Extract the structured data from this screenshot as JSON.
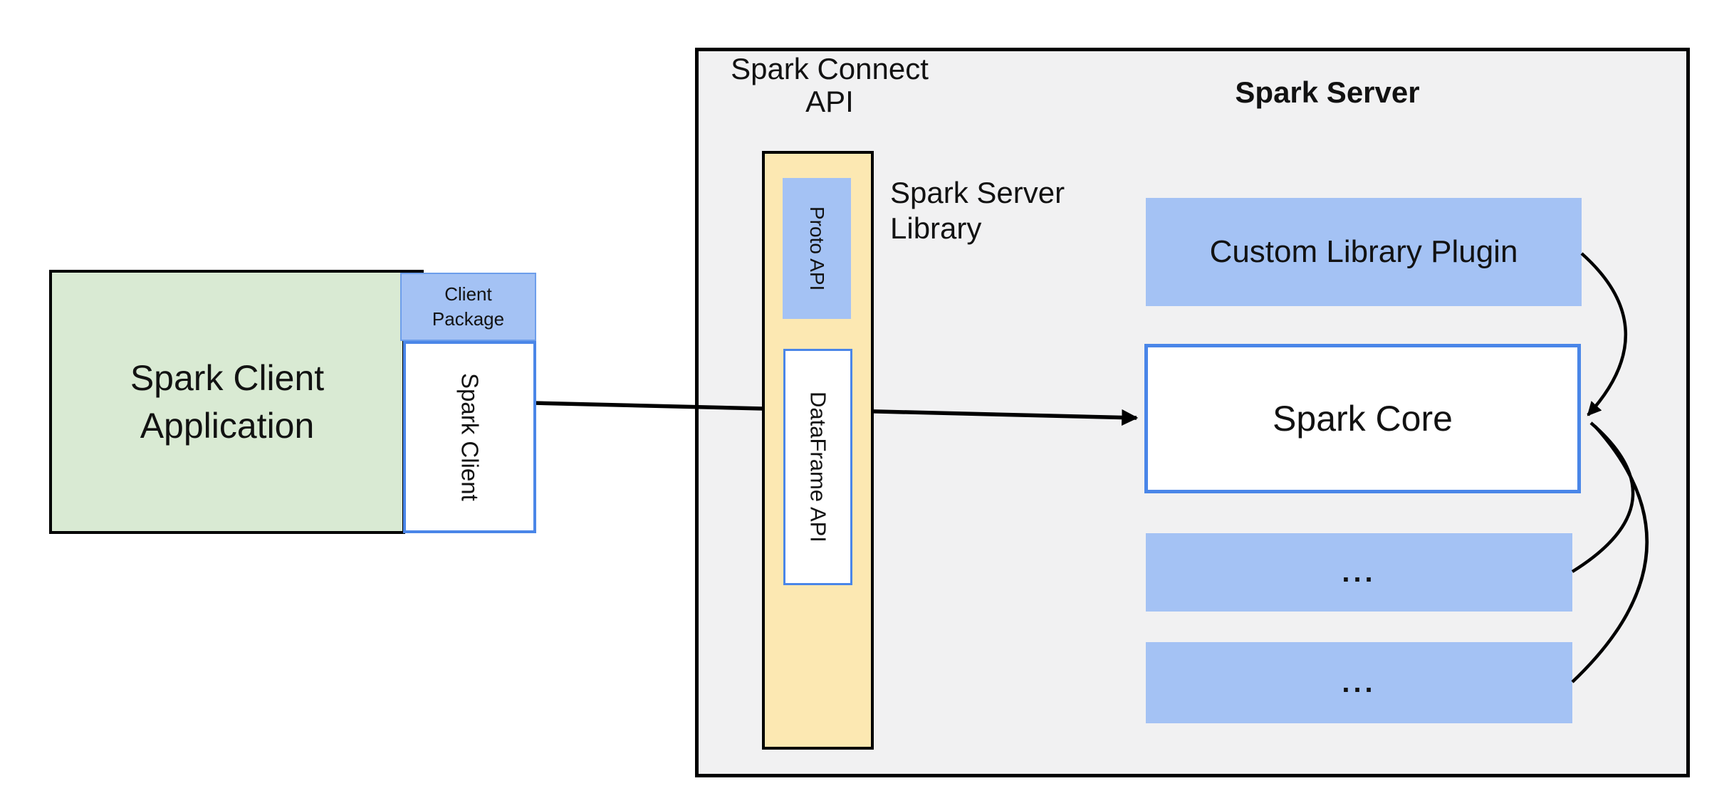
{
  "diagram": {
    "client": {
      "app_label": "Spark Client Application",
      "package_label": "Client Package",
      "spark_client_label": "Spark Client"
    },
    "connect_api": {
      "label_line1": "Spark Connect",
      "label_line2": "API",
      "proto_api_label": "Proto API",
      "dataframe_api_label": "DataFrame API"
    },
    "server": {
      "title": "Spark Server",
      "library_label": "Spark Server Library",
      "plugin_label": "Custom Library Plugin",
      "core_label": "Spark Core",
      "more_plugins_1": "...",
      "more_plugins_2": "..."
    },
    "colors": {
      "client_app_fill": "#d9ead3",
      "component_blue_fill": "#a4c2f4",
      "api_column_fill": "#fce8b2",
      "server_fill": "#f1f1f2",
      "blue_border": "#4a86e8",
      "outline": "#000000"
    }
  }
}
